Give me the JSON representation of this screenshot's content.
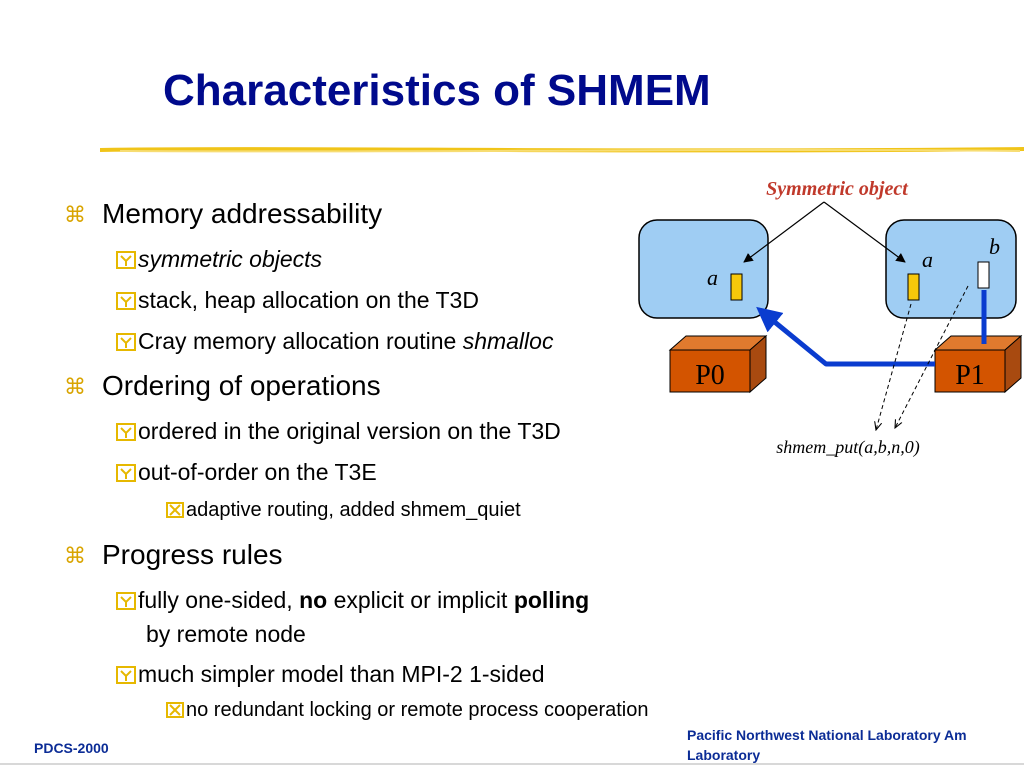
{
  "title": "Characteristics of SHMEM",
  "colors": {
    "title": "#000a8c",
    "marker": "#e6b800",
    "accent_red": "#c0392b",
    "box_fill": "#9fcdf3",
    "proc_fill": "#d35400",
    "link": "#0a3ccf"
  },
  "bullets": [
    {
      "level": 1,
      "marker": "z-icon",
      "text": "Memory addressability"
    },
    {
      "level": 2,
      "marker": "y-box-icon",
      "text_italic": "symmetric objects"
    },
    {
      "level": 2,
      "marker": "y-box-icon",
      "text": "stack, heap allocation on the T3D"
    },
    {
      "level": 2,
      "marker": "y-box-icon",
      "text": "Cray memory allocation routine ",
      "text_italic": "shmalloc"
    },
    {
      "level": 1,
      "marker": "z-icon",
      "text": "Ordering of operations"
    },
    {
      "level": 2,
      "marker": "y-box-icon",
      "text": "ordered in the original version on the T3D"
    },
    {
      "level": 2,
      "marker": "y-box-icon",
      "text": "out-of-order on the T3E"
    },
    {
      "level": 3,
      "marker": "x-box-icon",
      "text": "adaptive routing, added shmem_quiet"
    },
    {
      "level": 1,
      "marker": "z-icon",
      "text": "Progress rules"
    },
    {
      "level": 2,
      "marker": "y-box-icon",
      "parts": [
        "fully one-sided, ",
        "no",
        " explicit or implicit ",
        "polling"
      ],
      "text2": "by remote node"
    },
    {
      "level": 2,
      "marker": "y-box-icon",
      "text": "much simpler model than MPI-2 1-sided"
    },
    {
      "level": 3,
      "marker": "x-box-icon",
      "text": "no redundant locking or remote process cooperation"
    }
  ],
  "diagram": {
    "symmetric_label": "Symmetric object",
    "var_a_left": "a",
    "var_a_right": "a",
    "var_b": "b",
    "p0": "P0",
    "p1": "P1",
    "call": "shmem_put(a,b,n,0)"
  },
  "footer": {
    "left": "PDCS-2000",
    "right_line1": "Pacific Northwest National Laboratory Am",
    "right_line2": "Laboratory"
  }
}
